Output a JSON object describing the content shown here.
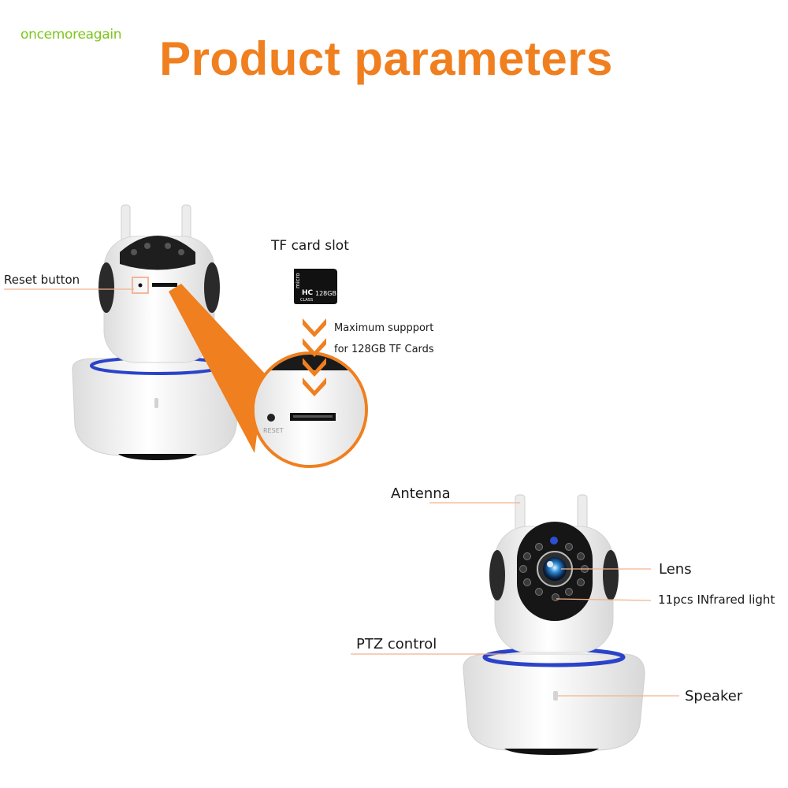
{
  "brand": "oncemoreagain",
  "title": "Product parameters",
  "labels": {
    "reset": "Reset button",
    "tf_slot": "TF card slot",
    "max_line1": "Maximum suppport",
    "max_line2": "for 128GB TF Cards",
    "antenna": "Antenna",
    "lens": "Lens",
    "infrared": "11pcs INfrared light",
    "ptz": "PTZ control",
    "speaker": "Speaker"
  },
  "card": {
    "micro": "micro",
    "hc": "HC",
    "capacity": "128GB",
    "class": "CLASS"
  },
  "reset_print": "RESET",
  "colors": {
    "accent": "#f07f1f",
    "brand": "#7cc61a",
    "ring": "#2b43c8"
  }
}
